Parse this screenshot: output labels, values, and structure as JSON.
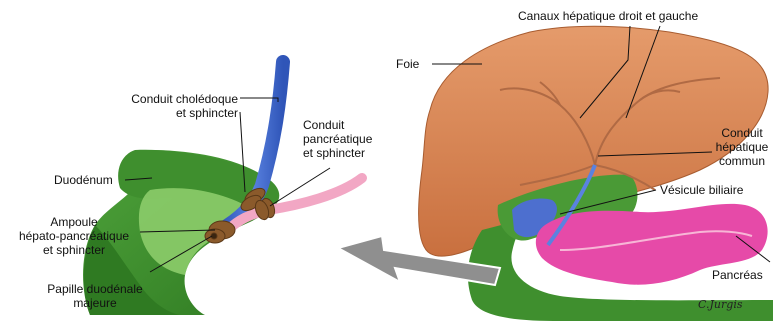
{
  "labels": {
    "canaux_hepatique": "Canaux hépatique droit et gauche",
    "foie": "Foie",
    "conduit_hepatique": "Conduit\nhépatique\ncommun",
    "vesicule": "Vésicule biliaire",
    "pancreas": "Pancréas",
    "choledoque": "Conduit cholédoque\net sphincter",
    "conduit_pancreatique": "Conduit\npancréatique\net sphincter",
    "duodenum": "Duodénum",
    "ampoule": "Ampoule\nhépato-pancréatique\net sphincter",
    "papille": "Papille duodénale\nmajeure"
  },
  "signature": "C.Jurgis",
  "colors": {
    "liver": "#d98756",
    "liver_dark": "#b76a3e",
    "duodenum": "#3f8f2e",
    "duodenum_light": "#8ccc6a",
    "bile_duct": "#3a63c8",
    "pancreatic_duct": "#f2a7c4",
    "pancreas": "#e64aa8",
    "gallbladder": "#4d6fcf",
    "sphincter": "#8b5a2b",
    "arrow": "#8f8f8f"
  }
}
